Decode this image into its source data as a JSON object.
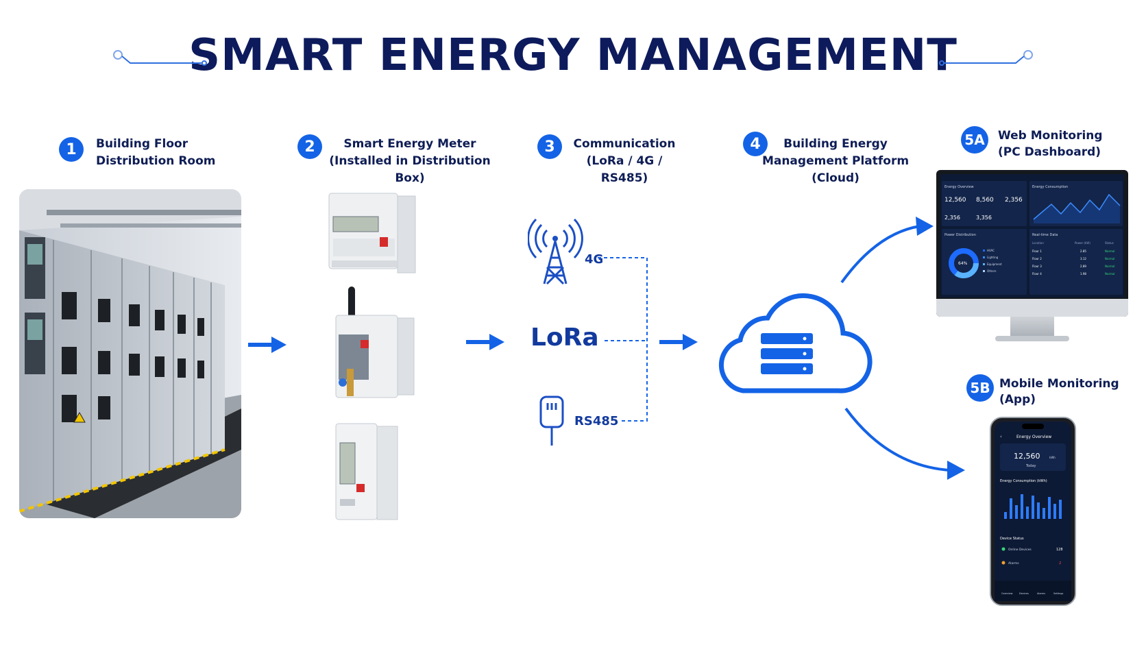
{
  "title": "SMART ENERGY MANAGEMENT",
  "colors": {
    "accent": "#1463e6",
    "navy": "#0d1b5c",
    "screen": "#0d1a35"
  },
  "steps": [
    {
      "badge": "1",
      "label": "Building Floor\nDistribution Room"
    },
    {
      "badge": "2",
      "label": "Smart Energy Meter\n(Installed in Distribution Box)"
    },
    {
      "badge": "3",
      "label": "Communication\n(LoRa / 4G / RS485)"
    },
    {
      "badge": "4",
      "label": "Building Energy\nManagement Platform (Cloud)"
    },
    {
      "badge": "5A",
      "label": "Web Monitoring\n(PC Dashboard)"
    },
    {
      "badge": "5B",
      "label": "Mobile Monitoring\n(App)"
    }
  ],
  "communication": {
    "fourg": "4G",
    "lora": "LoRa",
    "rs485": "RS485"
  },
  "icons": [
    "cell-tower-icon",
    "rs485-connector-icon",
    "cloud-server-icon",
    "arrow-right-icon"
  ],
  "dashboard": {
    "energy_overview": "Energy Overview",
    "kpi": [
      "12,560",
      "8,560",
      "2,356",
      "2,356",
      "3,356"
    ],
    "energy_consumption": "Energy Consumption",
    "power_distribution": "Power Distribution",
    "donut_center": "64%",
    "legend": [
      "HVAC",
      "Lighting",
      "Equipment",
      "Others"
    ],
    "realtime": "Real-time Data",
    "table_headers": [
      "Location",
      "Power (kW)",
      "Status"
    ],
    "table_rows": [
      [
        "Floor 1",
        "2.85",
        "Normal"
      ],
      [
        "Floor 2",
        "3.12",
        "Normal"
      ],
      [
        "Floor 3",
        "2.89",
        "Normal"
      ],
      [
        "Floor 4",
        "1.98",
        "Normal"
      ]
    ]
  },
  "mobile": {
    "header": "Energy Overview",
    "today_value": "12,560",
    "today_unit": "kWh",
    "today_label": "Today",
    "consumption_title": "Energy Consumption (kWh)",
    "device_status": "Device Status",
    "online_label": "Online Devices",
    "online_value": "128",
    "alarms_label": "Alarms",
    "alarms_value": "2",
    "nav": [
      "Overview",
      "Devices",
      "Alarms",
      "Settings"
    ]
  }
}
